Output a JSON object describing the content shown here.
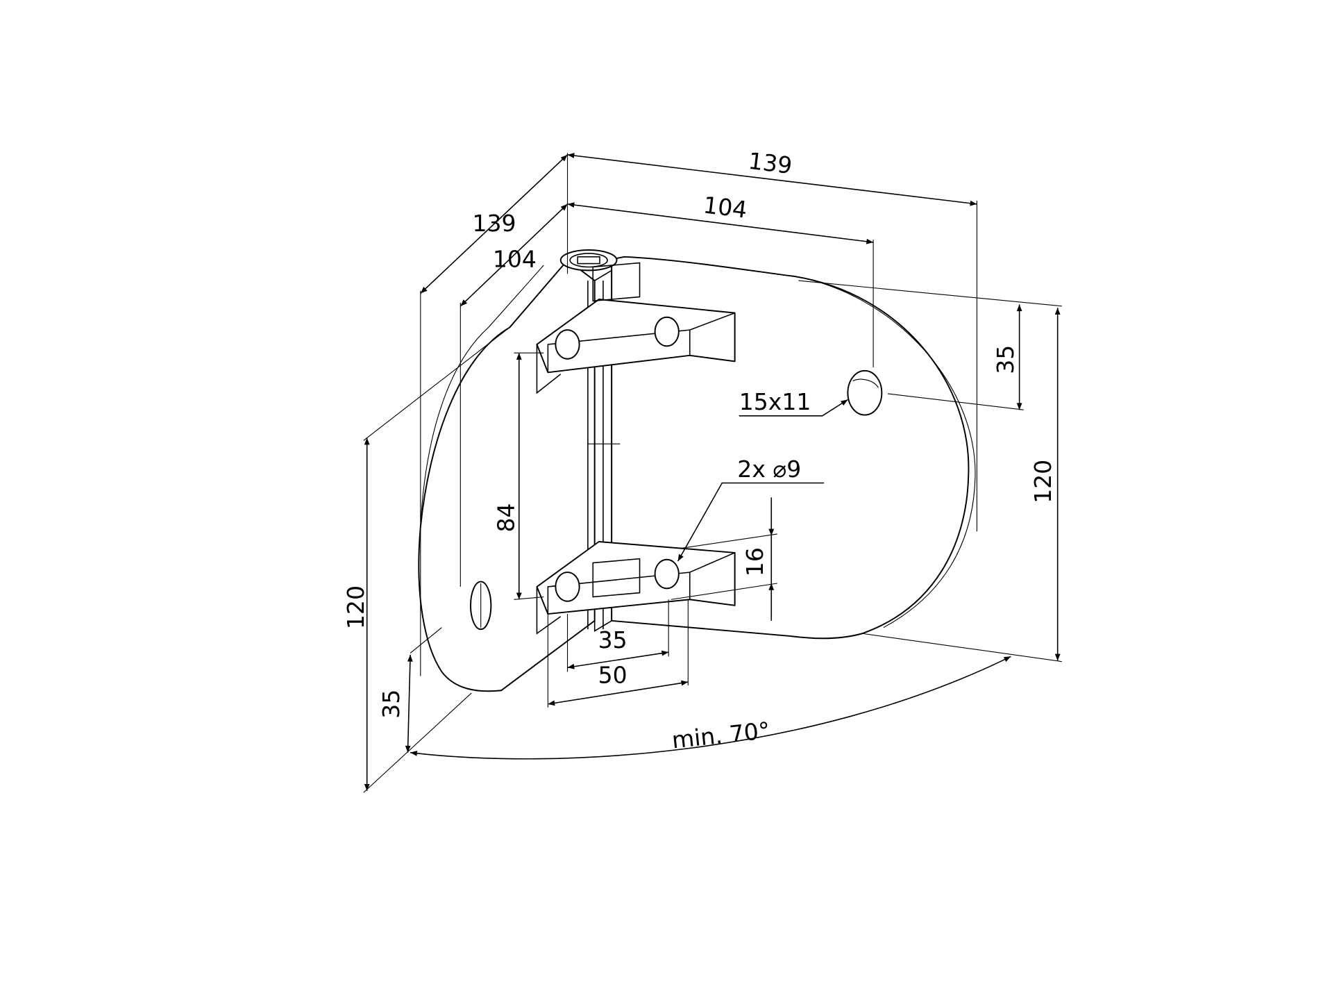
{
  "drawing": {
    "type": "isometric dimensioned technical drawing",
    "dimensions": {
      "top_overall_length": "139",
      "top_inner_length": "104",
      "side_overall_length": "139",
      "side_inner_length": "104",
      "left_height": "120",
      "left_offset": "35",
      "right_height": "120",
      "right_offset": "35",
      "bracket_spacing": "84",
      "hole_height": "16",
      "hole_spacing_inner": "35",
      "hole_spacing_outer": "50",
      "slot_size": "15x11",
      "hole_callout": "2x ⌀9",
      "angle": "min. 70°"
    },
    "line_color": "#000000",
    "background_color": "#ffffff"
  }
}
